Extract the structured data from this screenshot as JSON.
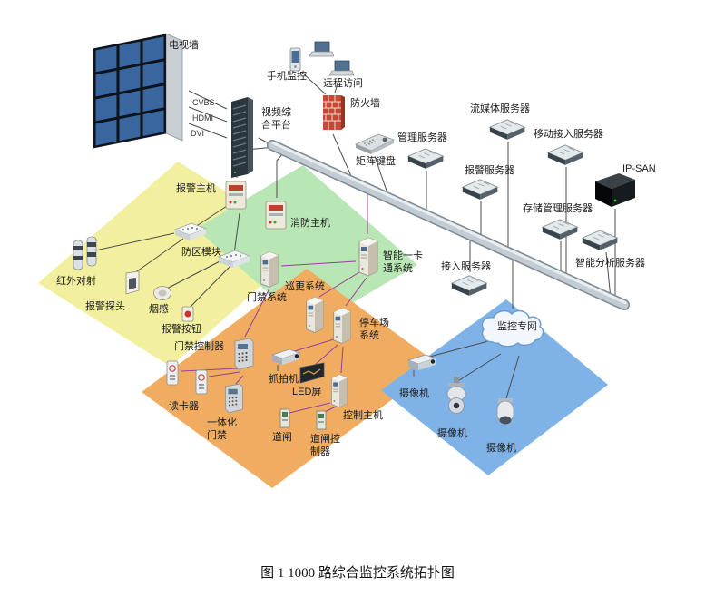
{
  "caption": "图 1 1000 路综合监控系统拓扑图",
  "colors": {
    "zone_alarm": "#f2ef9e",
    "zone_fire": "#b8e6b4",
    "zone_access": "#f0ad62",
    "zone_video": "#7fb3e8",
    "backbone": "#c3ccd3",
    "purple_link": "#993d99"
  },
  "link_labels": {
    "cvbs": "CVBS",
    "hdmi": "HDMI",
    "dvi": "DVI"
  },
  "nodes": {
    "tv_wall": {
      "label": "电视墙"
    },
    "video_platform": {
      "label": "视频综合平台"
    },
    "phone_monitor": {
      "label": "手机监控"
    },
    "remote_access": {
      "label": "远程访问"
    },
    "firewall": {
      "label": "防火墙"
    },
    "matrix_keyboard": {
      "label": "矩阵键盘"
    },
    "mgmt_server": {
      "label": "管理服务器"
    },
    "stream_server": {
      "label": "流媒体服务器"
    },
    "mobile_access_server": {
      "label": "移动接入服务器"
    },
    "alarm_server": {
      "label": "报警服务器"
    },
    "ip_san": {
      "label": "IP-SAN"
    },
    "storage_server": {
      "label": "存储管理服务器"
    },
    "access_server": {
      "label": "接入服务器"
    },
    "analysis_server": {
      "label": "智能分析服务器"
    },
    "alarm_host": {
      "label": "报警主机"
    },
    "fire_host": {
      "label": "消防主机"
    },
    "zone_module": {
      "label": "防区模块"
    },
    "infrared": {
      "label": "红外对射"
    },
    "alarm_detector": {
      "label": "报警探头"
    },
    "smoke_sensor": {
      "label": "烟感"
    },
    "alarm_button": {
      "label": "报警按钮"
    },
    "access_system": {
      "label": "门禁系统"
    },
    "patrol_system": {
      "label": "巡更系统"
    },
    "card_system": {
      "label": "智能一卡通系统"
    },
    "parking_system": {
      "label": "停车场系统"
    },
    "access_controller": {
      "label": "门禁控制器"
    },
    "card_reader": {
      "label": "读卡器"
    },
    "integrated_access": {
      "label": "一体化门禁"
    },
    "capture_camera": {
      "label": "抓拍机"
    },
    "led_screen": {
      "label": "LED屏"
    },
    "control_host": {
      "label": "控制主机"
    },
    "barrier_gate": {
      "label": "道闸"
    },
    "barrier_controller": {
      "label": "道闸控制器"
    },
    "monitor_network": {
      "label": "监控专网"
    },
    "camera_box": {
      "label": "摄像机"
    },
    "camera_ptz": {
      "label": "摄像机"
    },
    "camera_dome": {
      "label": "摄像机"
    }
  }
}
